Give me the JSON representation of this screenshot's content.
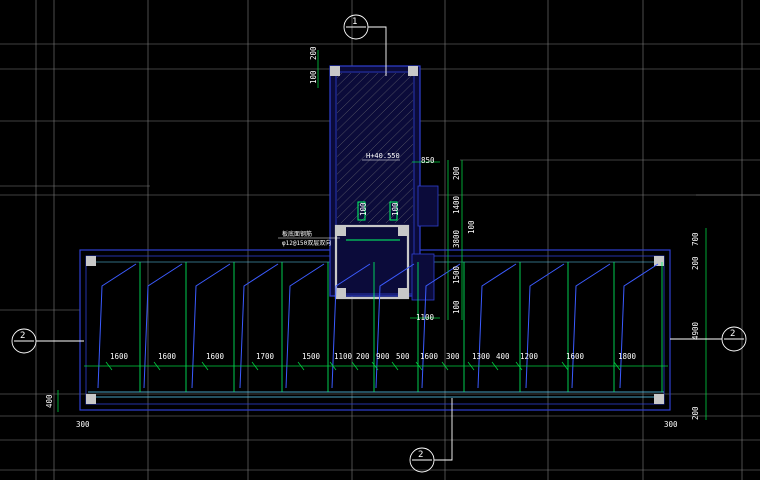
{
  "colors": {
    "background": "#000000",
    "grid": "#e6e6e6",
    "wall": "#2f3fd0",
    "wall_fill": "#0b0b3a",
    "dimension": "#00d040",
    "dim_text": "#ffffff",
    "hatch": "#7a7a7a",
    "column": "#c8c8c8",
    "beam": "#5fd6ff",
    "rebar": "#3b5bff",
    "rebar_green": "#00ff66"
  },
  "axis_bubbles": {
    "top": "1",
    "left": "2",
    "right": "2",
    "bottom": "2"
  },
  "labels": {
    "elevation": "H+40.550",
    "rebar_note_line1": "板底面钢筋",
    "rebar_note_line2": "φ12@150双层双向"
  },
  "dims": {
    "top_200": "200",
    "top_100": "100",
    "d850": "850",
    "r200a": "200",
    "r1400": "1400",
    "r100a": "100",
    "r3800": "3800",
    "r1500": "1500",
    "r100b": "100",
    "d1100": "1100",
    "wall100a": "100",
    "wall100b": "100",
    "rr700": "700",
    "rr200": "200",
    "rr4900": "4900",
    "rr200b": "200",
    "bl400": "400",
    "bl300": "300",
    "br300": "300",
    "bay_dims": [
      "1600",
      "1600",
      "1600",
      "1700",
      "1500",
      "1100",
      "200",
      "900",
      "500",
      "1600",
      "300",
      "1300",
      "400",
      "1200",
      "1600",
      "1800"
    ]
  }
}
